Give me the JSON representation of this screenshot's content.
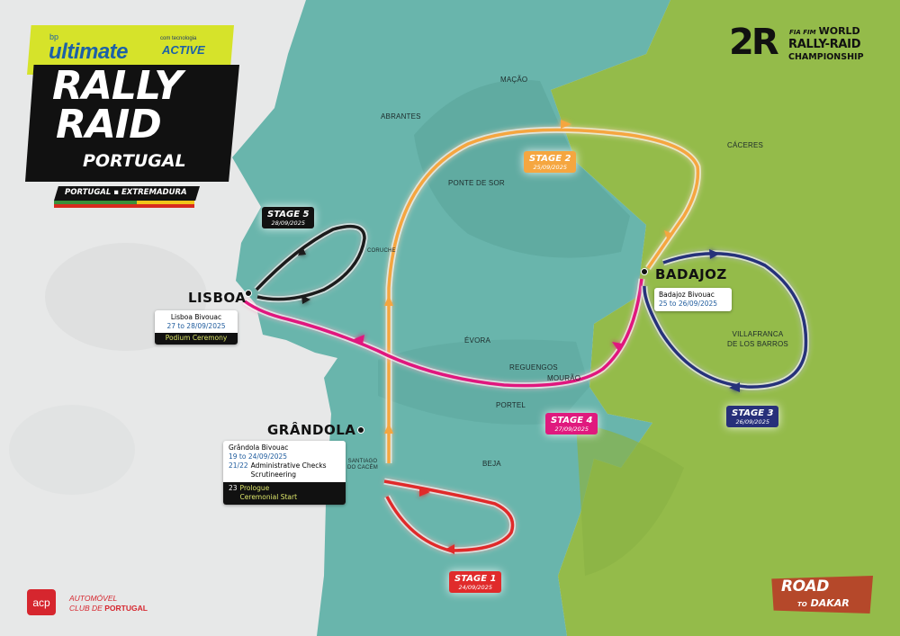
{
  "colors": {
    "land_west": "#e7e8e8",
    "portugal_teal": "#69b5ac",
    "portugal_teal_dark": "#5aa79e",
    "spain_green": "#94bb4a",
    "stage1": "#e02b2b",
    "stage2": "#f5a640",
    "stage3": "#27307a",
    "stage4": "#e0197e",
    "stage5": "#1a1a1a",
    "bp_yellow": "#d6e32a",
    "bp_blue": "#1d61a7",
    "acp_red": "#d6262e",
    "road_to_dakar": "#b5482a"
  },
  "branding": {
    "bp_small": "bp",
    "ultimate": "ultimate",
    "com_tecnologia": "com tecnologia",
    "active": "ACTIVE",
    "rally": "RALLY",
    "raid": "RAID",
    "portugal": "PORTUGAL",
    "regions": "PORTUGAL ▪ EXTREMADURA"
  },
  "championship": {
    "logo": "2R",
    "bodies": "FIA FIM",
    "line1": "WORLD",
    "line2": "RALLY-RAID",
    "line3": "CHAMPIONSHIP"
  },
  "acp": {
    "logo": "acp",
    "line1": "AUTOMÓVEL",
    "line2_prefix": "CLUB DE ",
    "line2_bold": "PORTUGAL"
  },
  "road_to_dakar": {
    "line1": "ROAD",
    "to": "TO",
    "line2": "DAKAR"
  },
  "cities": {
    "macao": "MAÇÃO",
    "abrantes": "ABRANTES",
    "caceres": "CÁCERES",
    "ponte_de_sor": "PONTE DE SOR",
    "coruche": "CORUCHE",
    "evora": "ÉVORA",
    "reguengos": "REGUENGOS",
    "mourao": "MOURÃO",
    "portel": "PORTEL",
    "beja": "BEJA",
    "santiago_1": "SANTIAGO",
    "santiago_2": "DO CACÉM",
    "villafranca_1": "VILLAFRANCA",
    "villafranca_2": "DE LOS BARROS"
  },
  "hubs": {
    "lisboa": {
      "name": "LISBOA",
      "bivouac": "Lisboa Bivouac",
      "dates": "27 to 28/09/2025",
      "event": "Podium Ceremony"
    },
    "grandola": {
      "name": "GRÂNDOLA",
      "bivouac": "Grândola Bivouac",
      "dates": "19 to 24/09/2025",
      "admin_day": "21/22",
      "admin_1": "Administrative Checks",
      "admin_2": "Scrutineering",
      "prologue_day": "23",
      "prologue_1": "Prologue",
      "prologue_2": "Ceremonial Start"
    },
    "badajoz": {
      "name": "BADAJOZ",
      "bivouac": "Badajoz Bivouac",
      "dates": "25 to 26/09/2025"
    }
  },
  "stages": [
    {
      "title": "STAGE 1",
      "date": "24/09/2025"
    },
    {
      "title": "STAGE 2",
      "date": "25/09/2025"
    },
    {
      "title": "STAGE 3",
      "date": "26/09/2025"
    },
    {
      "title": "STAGE 4",
      "date": "27/09/2025"
    },
    {
      "title": "STAGE 5",
      "date": "28/09/2025"
    }
  ]
}
